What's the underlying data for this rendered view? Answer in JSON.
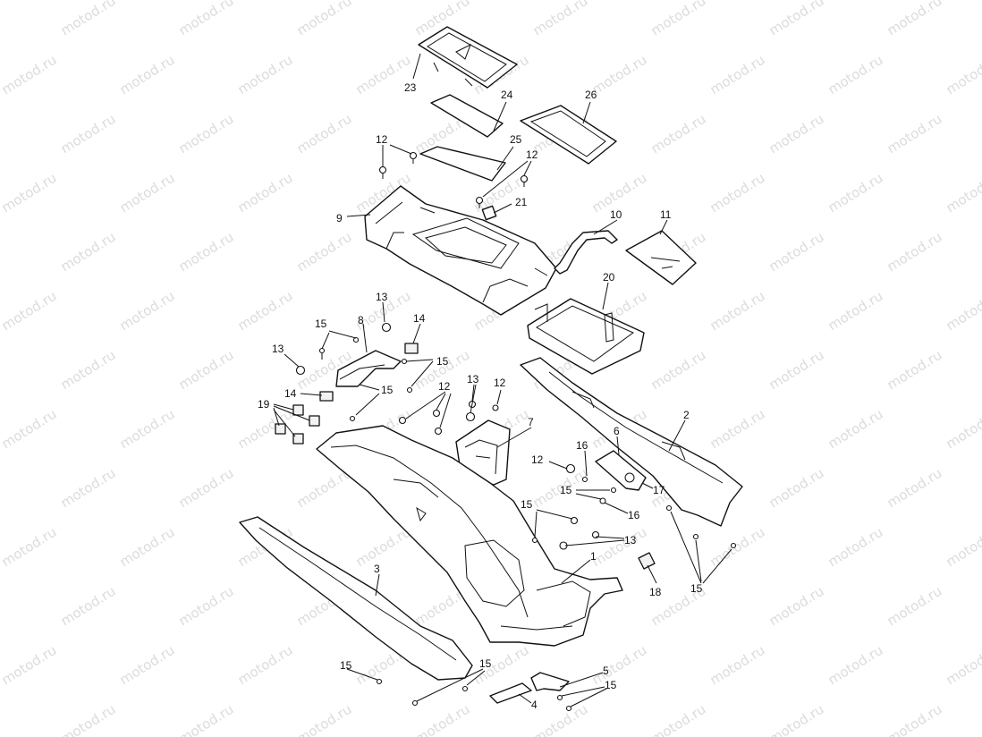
{
  "watermark": {
    "text": "motod.ru",
    "color": "#dcdcdc"
  },
  "diagram": {
    "type": "exploded-parts-view",
    "line_color": "#111111",
    "parts": [
      {
        "label": "1"
      },
      {
        "label": "2"
      },
      {
        "label": "3"
      },
      {
        "label": "4"
      },
      {
        "label": "5"
      },
      {
        "label": "6"
      },
      {
        "label": "7"
      },
      {
        "label": "8"
      },
      {
        "label": "9"
      },
      {
        "label": "10"
      },
      {
        "label": "11"
      },
      {
        "label": "12"
      },
      {
        "label": "13"
      },
      {
        "label": "14"
      },
      {
        "label": "15"
      },
      {
        "label": "16"
      },
      {
        "label": "17"
      },
      {
        "label": "18"
      },
      {
        "label": "19"
      },
      {
        "label": "20"
      },
      {
        "label": "21"
      },
      {
        "label": "23"
      },
      {
        "label": "24"
      },
      {
        "label": "25"
      },
      {
        "label": "26"
      }
    ]
  }
}
